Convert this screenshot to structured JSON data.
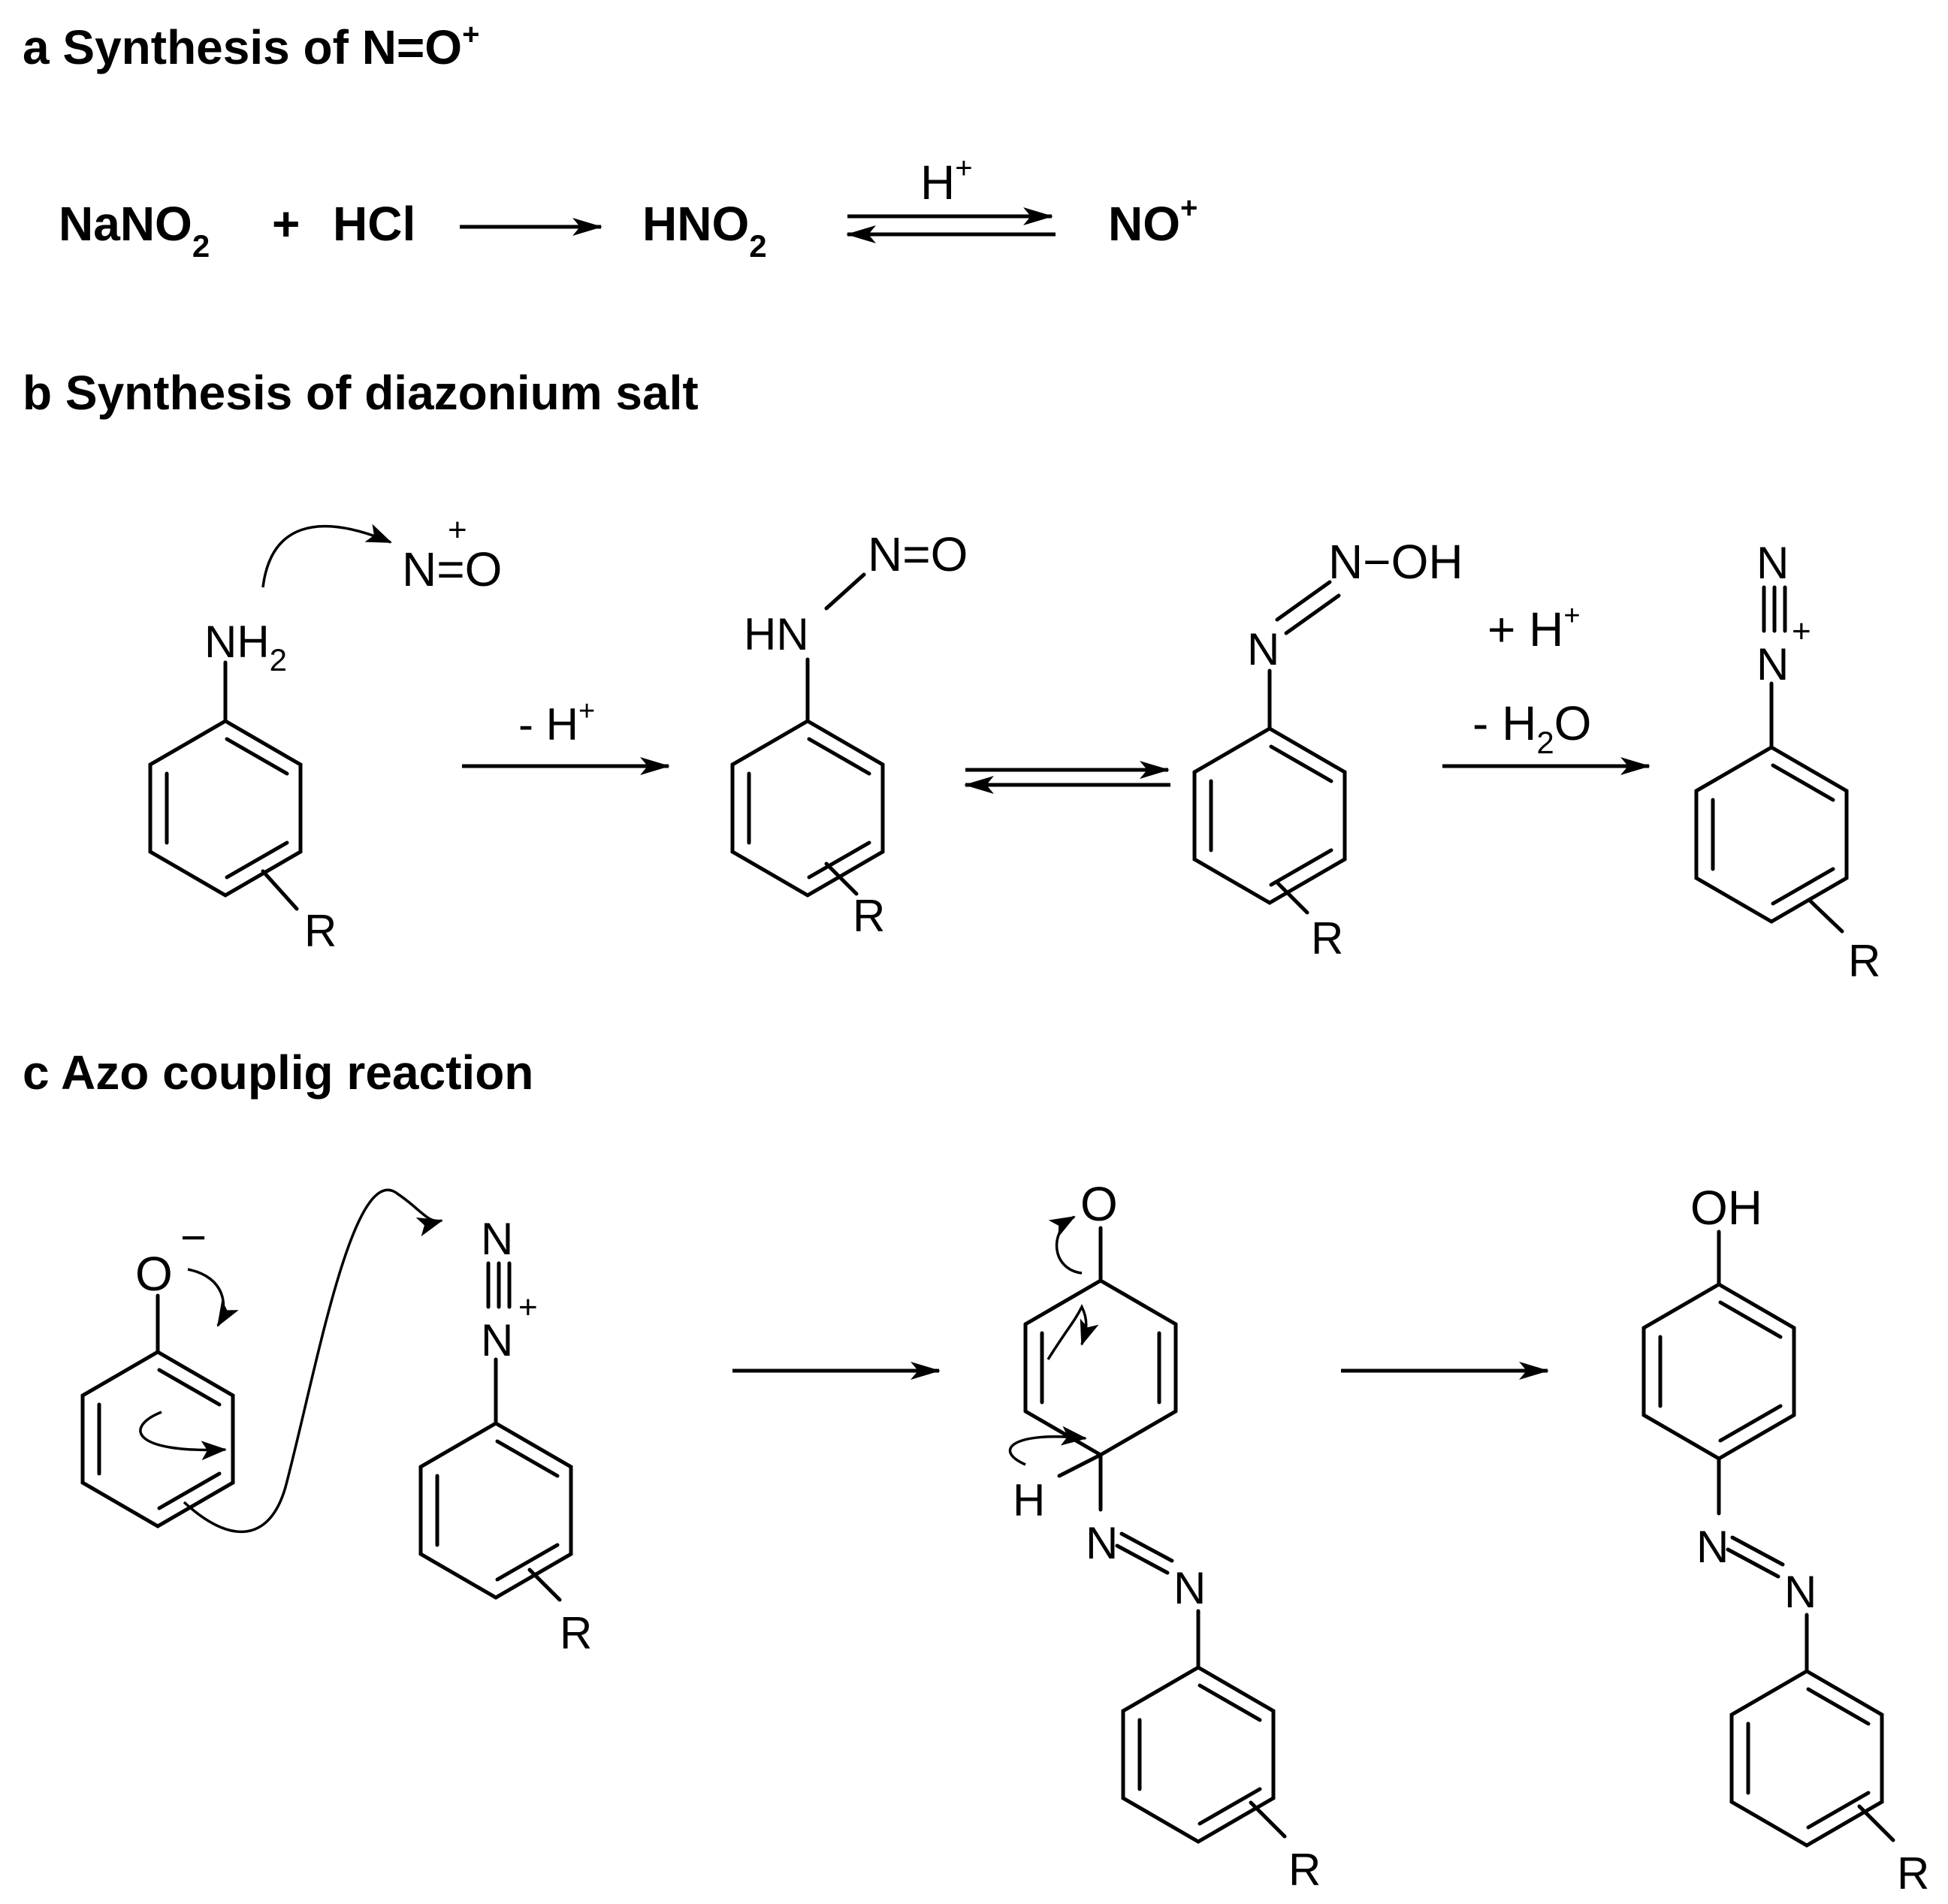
{
  "section_a": {
    "title": "a Synthesis of N=O",
    "title_sup": "+",
    "reactant1": "NaNO",
    "reactant1_sub": "2",
    "plus": "+",
    "reactant2": "HCl",
    "intermediate": "HNO",
    "intermediate_sub": "2",
    "catalyst": "H",
    "catalyst_sup": "+",
    "product": "NO",
    "product_sup": "+"
  },
  "section_b": {
    "title": "b Synthesis of diazonium salt",
    "amine_group": "NH",
    "amine_sub": "2",
    "nitrosonium": "N=O",
    "nitrosonium_charge": "+",
    "r_group": "R",
    "step1_condition": "- H",
    "step1_sup": "+",
    "nitrosamine_hn": "HN",
    "nitrosamine_no": "N=O",
    "diazohydroxide_n": "N",
    "diazohydroxide_noh": "N−OH",
    "step3_add": "+ H",
    "step3_add_sup": "+",
    "step3_remove": "- H",
    "step3_remove_sub": "2",
    "step3_remove_end": "O",
    "diazonium_n1": "N",
    "diazonium_n2": "N",
    "diazonium_charge": "+"
  },
  "section_c": {
    "title": "c Azo couplig reaction",
    "phenoxide_o": "O",
    "phenoxide_charge": "−",
    "diazonium_n1": "N",
    "diazonium_n2": "N",
    "diazonium_charge": "+",
    "r_group": "R",
    "ketone_o": "O",
    "hydrogen": "H",
    "azo_n1": "N",
    "azo_n2": "N",
    "product_oh": "OH"
  }
}
